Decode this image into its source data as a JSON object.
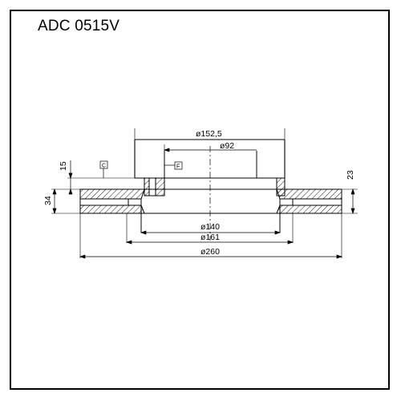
{
  "title": "ADC 0515V",
  "dimensions": {
    "d152_5": "ø152,5",
    "d92": "ø92",
    "d140": "ø140",
    "d161": "ø161",
    "d260": "ø260",
    "h15": "15",
    "h34": "34",
    "h23": "23"
  },
  "tags": {
    "c": "C",
    "f": "F"
  }
}
